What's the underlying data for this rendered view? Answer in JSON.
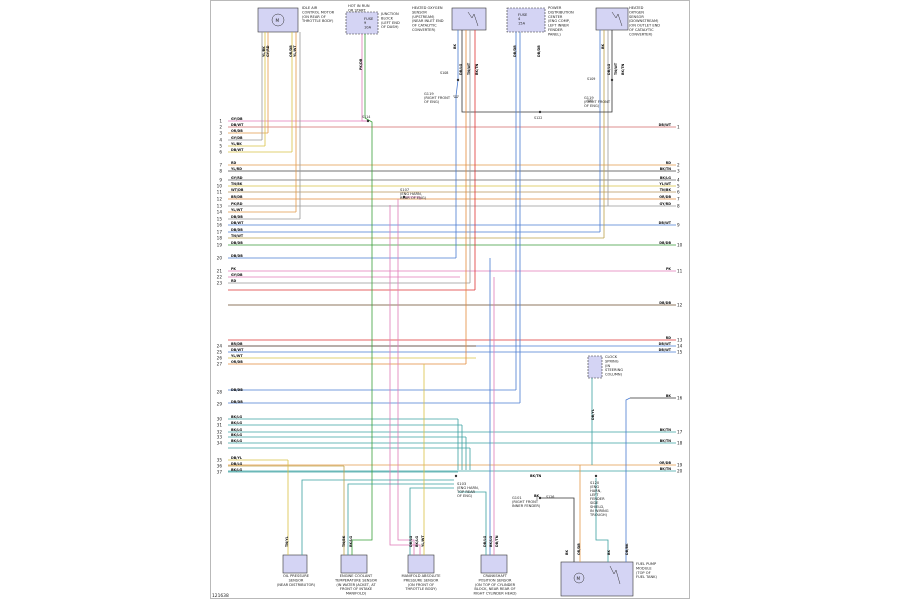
{
  "diagram": {
    "id": "121638",
    "components": {
      "idle_air": [
        "IDLE AIR",
        "CONTROL MOTOR",
        "(ON REAR OF",
        "THROTTLE BODY)"
      ],
      "hot_in_run": [
        "HOT IN RUN",
        "OR START"
      ],
      "fuse_9": [
        "FUSE",
        "9",
        "10A"
      ],
      "junction_block": [
        "JUNCTION",
        "BLOCK",
        "(LEFT END",
        "OF DASH)"
      ],
      "ho2s_up": [
        "HEATED OXYGEN",
        "SENSOR",
        "(UPSTREAM)",
        "(NEAR INLET END",
        "OF CATALYTIC",
        "CONVERTER)"
      ],
      "fuse_4": [
        "FUSE",
        "4",
        "15A"
      ],
      "pdc": [
        "POWER",
        "DISTRIBUTION",
        "CENTER",
        "(ENG COMP,",
        "LEFT INNER",
        "FENDER",
        "PANEL)"
      ],
      "ho2s_down": [
        "HEATED",
        "OXYGEN",
        "SENSOR",
        "(DOWNSTREAM)",
        "(ON OUTLET END",
        "OF CATALYTIC",
        "CONVERTER)"
      ],
      "clock_spring": [
        "CLOCK",
        "SPRING",
        "(IN",
        "STEERING",
        "COLUMN)"
      ],
      "oil_pressure": [
        "OIL PRESSURE",
        "SENSOR",
        "(NEAR DISTRIBUTOR)"
      ],
      "ect": [
        "ENGINE COOLANT",
        "TEMPERATURE SENSOR",
        "(IN WATER JACKET, AT",
        "FRONT OF INTAKE",
        "MANIFOLD)"
      ],
      "map": [
        "MANIFOLD ABSOLUTE",
        "PRESSURE SENSOR",
        "(ON FRONT OF",
        "THROTTLE BODY)"
      ],
      "ckp": [
        "CRANKSHAFT",
        "POSITION SENSOR",
        "(ON TOP OF CYLINDER",
        "BLOCK, NEAR REAR OF",
        "RIGHT CYLINDER HEAD)"
      ],
      "fuel_pump": [
        "FUEL PUMP",
        "MODULE",
        "(TOP OF",
        "FUEL TANK)"
      ]
    },
    "splices": {
      "s114": "S114",
      "s108": "S108",
      "s119": [
        "G119",
        "(RIGHT FRONT",
        "OF ENG)"
      ],
      "s122": "S122",
      "s109": "S109",
      "s119b": [
        "G119",
        "(RIGHT FRONT",
        "OF ENG)"
      ],
      "s107": [
        "S107",
        "(ENG HARN,",
        "REAR OF ENG)"
      ],
      "s103": [
        "S103",
        "(ENG HARN,",
        "TOP REAR",
        "OF ENG)"
      ],
      "s101": [
        "G101",
        "(RIGHT FRONT",
        "INNER FENDER)"
      ],
      "s126": "S126",
      "s120": [
        "S120",
        "(ENG",
        "HARN,",
        "LEFT",
        "FENDER",
        "SIDE",
        "SHIELD,",
        "IN WIRING",
        "TROUGH)"
      ]
    },
    "left_pins": [
      "1",
      "2",
      "3",
      "4",
      "5",
      "6",
      "7",
      "8",
      "9",
      "10",
      "11",
      "12",
      "13",
      "14",
      "15",
      "16",
      "17",
      "18",
      "19",
      "20",
      "21",
      "22",
      "23",
      "24",
      "25",
      "26",
      "27",
      "28",
      "29",
      "30",
      "31",
      "32",
      "33",
      "34",
      "35",
      "36",
      "37"
    ],
    "left_wires": [
      "GY/DB",
      "DB/WT",
      "OR/DB",
      "GY/DB",
      "YL/BK",
      "DB/WT",
      "RD",
      "YL/RD",
      "GY/RD",
      "TN/BK",
      "WT/DB",
      "BR/DB",
      "PK/RD",
      "YL/WT",
      "DB/DB",
      "DB/WT",
      "DB/DB",
      "TN/WT",
      "DB/DB",
      "DB/DB",
      "PK",
      "GY/DB",
      "RD",
      "BR/DB",
      "DB/WT",
      "YL/WT",
      "OR/DB",
      "DB/DB",
      "DB/DB",
      "BK/LG",
      "BK/LG",
      "BK/LG",
      "BK/LG",
      "BK/LG",
      "DB/YL",
      "DB/LG",
      "BK/LG"
    ],
    "right_pins": [
      "1",
      "2",
      "3",
      "4",
      "5",
      "6",
      "7",
      "8",
      "9",
      "10",
      "11",
      "12",
      "13",
      "14",
      "15",
      "16",
      "17",
      "18",
      "19",
      "20"
    ],
    "right_wires": [
      "DB/WT",
      "RD",
      "BK/TN",
      "BK/LG",
      "YL/WT",
      "TN/BK",
      "OR/DB",
      "GY/RD",
      "DB/WT",
      "DB/DB",
      "PK",
      "DB/DB",
      "RD",
      "DB/WT",
      "DB/WT",
      "BK",
      "BK/TN",
      "BK/TN",
      "OR/DB",
      "BK/TN"
    ],
    "top_wires": {
      "idle_a": "YL/BK",
      "idle_b": "GY/RD",
      "idle_c": "OR/DB",
      "idle_d": "YL/WT",
      "junc": "PK/DB",
      "ho2s_a": "BK",
      "ho2s_b": "DB/LG",
      "ho2s_c": "TN/WT",
      "ho2s_d": "BK/TN",
      "pdc_a": "DB/DB",
      "pdc_b": "DB/DB",
      "ho2s2_a": "BK",
      "ho2s2_b": "DB/LG",
      "ho2s2_c": "TN/WT",
      "ho2s2_d": "BK/TN"
    },
    "bottom_wires": {
      "op": "TN/YL",
      "ect_a": "TN/BK",
      "ect_b": "BK/LG",
      "map_a": "DB/LG",
      "map_b": "BK/LG",
      "map_c": "YL/WT",
      "ckp_a": "DB/LG",
      "ckp_b": "BK/LG",
      "ckp_c": "DB/TN",
      "fp_a": "BK",
      "fp_b": "OR/DB",
      "fp_c": "BK",
      "fp_d": "DB/BK"
    },
    "misc_wires": {
      "s126_bk": "BK",
      "clock": "DB/YL",
      "s120_label": "BK/TN"
    }
  }
}
